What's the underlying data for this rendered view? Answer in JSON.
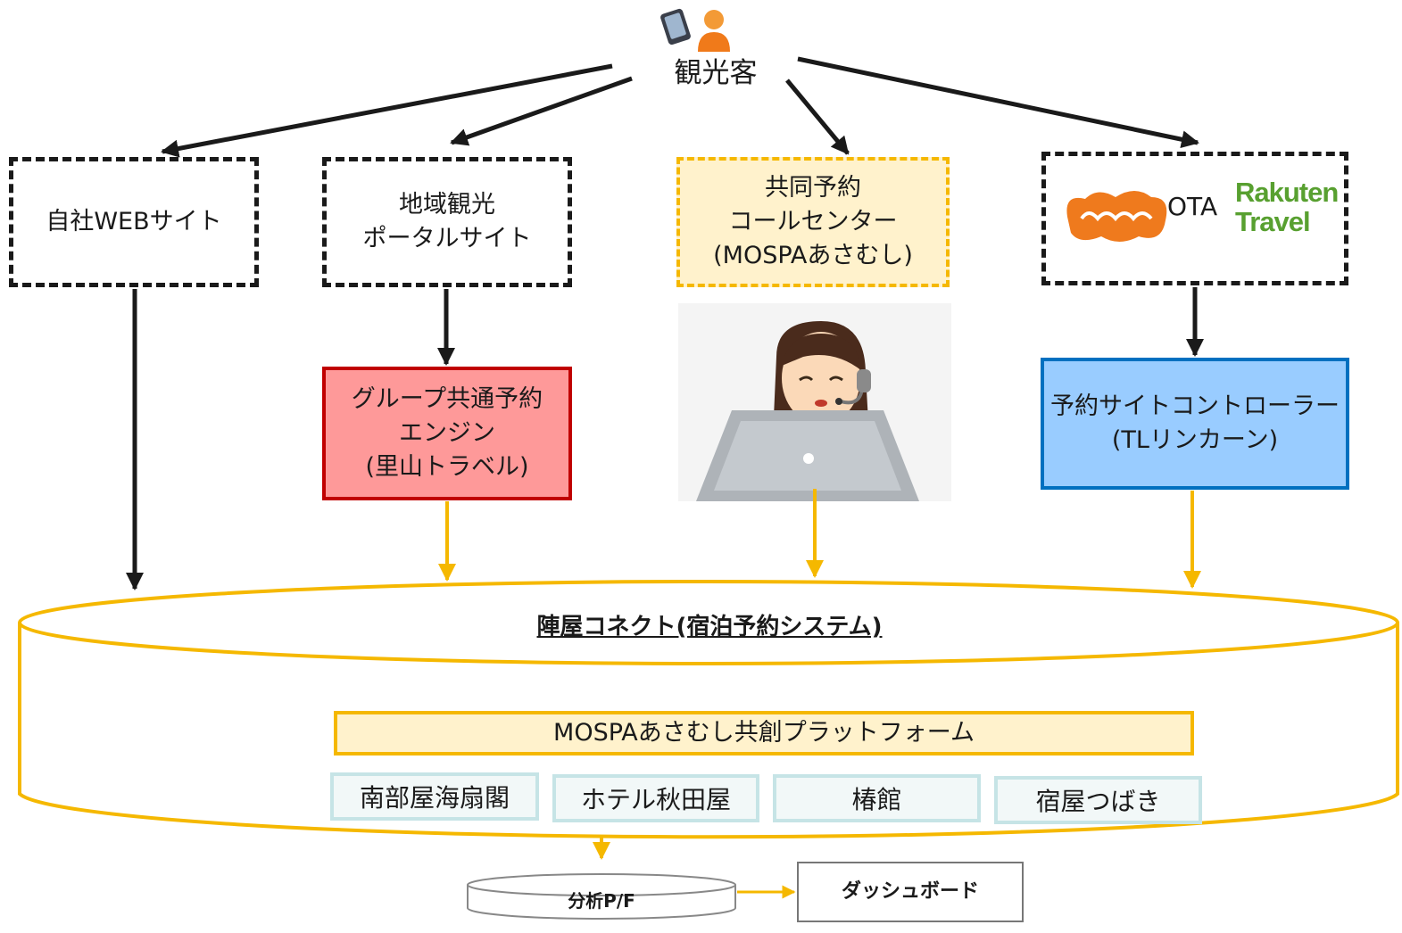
{
  "tourist": {
    "label": "観光客"
  },
  "channels": {
    "own_site": "自社WEBサイト",
    "regional_portal": "地域観光\nポータルサイト",
    "call_center": "共同予約\nコールセンター\n(MOSPAあさむし)",
    "ota": {
      "label": "OTA",
      "logo_jalan": "じゃらん",
      "logo_rakuten_1": "Rakuten",
      "logo_rakuten_2": "Travel"
    }
  },
  "engines": {
    "group_engine": "グループ共通予約\nエンジン\n(里山トラベル)",
    "site_controller": "予約サイトコントローラー\n(TLリンカーン)"
  },
  "system": {
    "title": "陣屋コネクト(宿泊予約システム)",
    "platform": "MOSPAあさむし共創プラットフォーム",
    "hotels": [
      "南部屋海扇閣",
      "ホテル秋田屋",
      "椿館",
      "宿屋つばき"
    ]
  },
  "analytics": {
    "platform": "分析P/F",
    "dashboard": "ダッシュボード"
  },
  "colors": {
    "black": "#1a1a1a",
    "yellow": "#f5b800",
    "red_fill": "#fe9999",
    "red_border": "#c00000",
    "blue_fill": "#99ccff",
    "blue_border": "#0070c0",
    "cream": "#fff2cc",
    "jalan_orange": "#ef7a1d",
    "rakuten_green": "#58a030"
  }
}
